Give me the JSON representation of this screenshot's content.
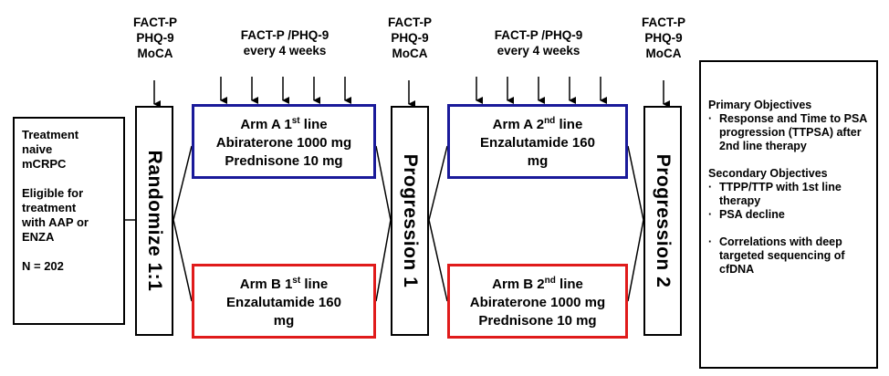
{
  "assessments": {
    "baseline": [
      "FACT-P",
      "PHQ-9",
      "MoCA"
    ],
    "progression1": [
      "FACT-P",
      "PHQ-9",
      "MoCA"
    ],
    "progression2": [
      "FACT-P",
      "PHQ-9",
      "MoCA"
    ],
    "during_line1": [
      "FACT-P /PHQ-9",
      "every 4 weeks"
    ],
    "during_line2": [
      "FACT-P /PHQ-9",
      "every 4 weeks"
    ]
  },
  "population": {
    "line1": "Treatment",
    "line2": "naive",
    "line3": "mCRPC",
    "line4": "Eligible for",
    "line5": "treatment",
    "line6": "with AAP or",
    "line7": "ENZA",
    "line8": "N = 202"
  },
  "stages": {
    "randomize": "Randomize 1:1",
    "progression1": "Progression 1",
    "progression2": "Progression 2"
  },
  "arms": {
    "a1": {
      "prefix": "Arm A 1",
      "sup": "st",
      "suffix": " line",
      "lines": [
        "Abiraterone 1000 mg",
        "Prednisone 10 mg"
      ],
      "color": "#1a1a9a"
    },
    "b1": {
      "prefix": "Arm B 1",
      "sup": "st",
      "suffix": " line",
      "lines": [
        "Enzalutamide 160",
        "mg"
      ],
      "color": "#e01b1b"
    },
    "a2": {
      "prefix": "Arm A 2",
      "sup": "nd",
      "suffix": " line",
      "lines": [
        "Enzalutamide 160",
        "mg"
      ],
      "color": "#1a1a9a"
    },
    "b2": {
      "prefix": "Arm B 2",
      "sup": "nd",
      "suffix": " line",
      "lines": [
        "Abiraterone 1000 mg",
        "Prednisone 10 mg"
      ],
      "color": "#e01b1b"
    }
  },
  "objectives": {
    "primary_title": "Primary Objectives",
    "primary": [
      "Response and Time to PSA progression (TTPSA) after 2nd line therapy"
    ],
    "secondary_title": "Secondary Objectives",
    "secondary": [
      "TTPP/TTP with 1st line therapy",
      "PSA decline",
      "Correlations with deep targeted sequencing of cfDNA"
    ],
    "bullet_char": "·"
  }
}
